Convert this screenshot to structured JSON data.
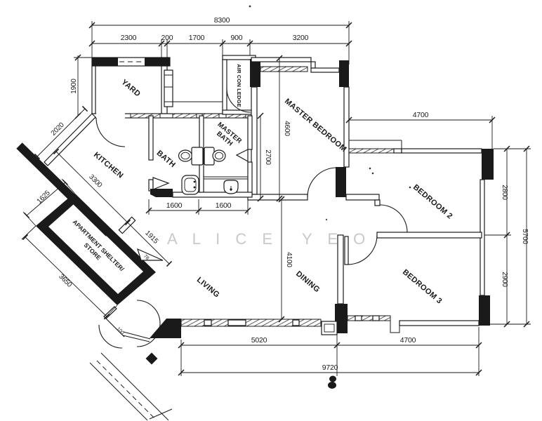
{
  "watermark": {
    "name_part1": "A L I C E",
    "name_part2": "Y E O"
  },
  "rooms": {
    "yard": "YARD",
    "kitchen": "KITCHEN",
    "bath": "BATH",
    "master_bath_line1": "MASTER",
    "master_bath_line2": "BATH",
    "air_con_ledge": "AIR CON LEDGE",
    "master_bedroom": "MASTER BEDROOM",
    "bedroom2": "BEDROOM 2",
    "bedroom3": "BEDROOM 3",
    "dining": "DINING",
    "living": "LIVING",
    "shelter_line1": "APARTMENT SHELTER/",
    "shelter_line2": "STORE"
  },
  "dimensions": {
    "top_total": "8300",
    "top_seg1": "2300",
    "top_seg2": "200",
    "top_seg3": "1700",
    "top_seg4": "900",
    "top_seg5": "3200",
    "yard_left": "1900",
    "kitchen_diag_upper": "2020",
    "kitchen_diag_lower": "3300",
    "shelter_width": "1625",
    "shelter_length": "3650",
    "entry_diag": "1915",
    "entry_small": "78",
    "entry_door": "100",
    "mbr_height": "4600",
    "bath_height": "2700",
    "living_height": "4100",
    "bed2_width": "4700",
    "bed2_height": "2800",
    "bed3_height": "2900",
    "right_total": "5700",
    "bath_width1": "1600",
    "bath_width2": "1600",
    "bottom_left": "5020",
    "bottom_right": "4700",
    "bottom_total": "9720"
  },
  "colors": {
    "ink": "#1a1a1a",
    "watermark": "#cacaca",
    "background": "#ffffff"
  }
}
